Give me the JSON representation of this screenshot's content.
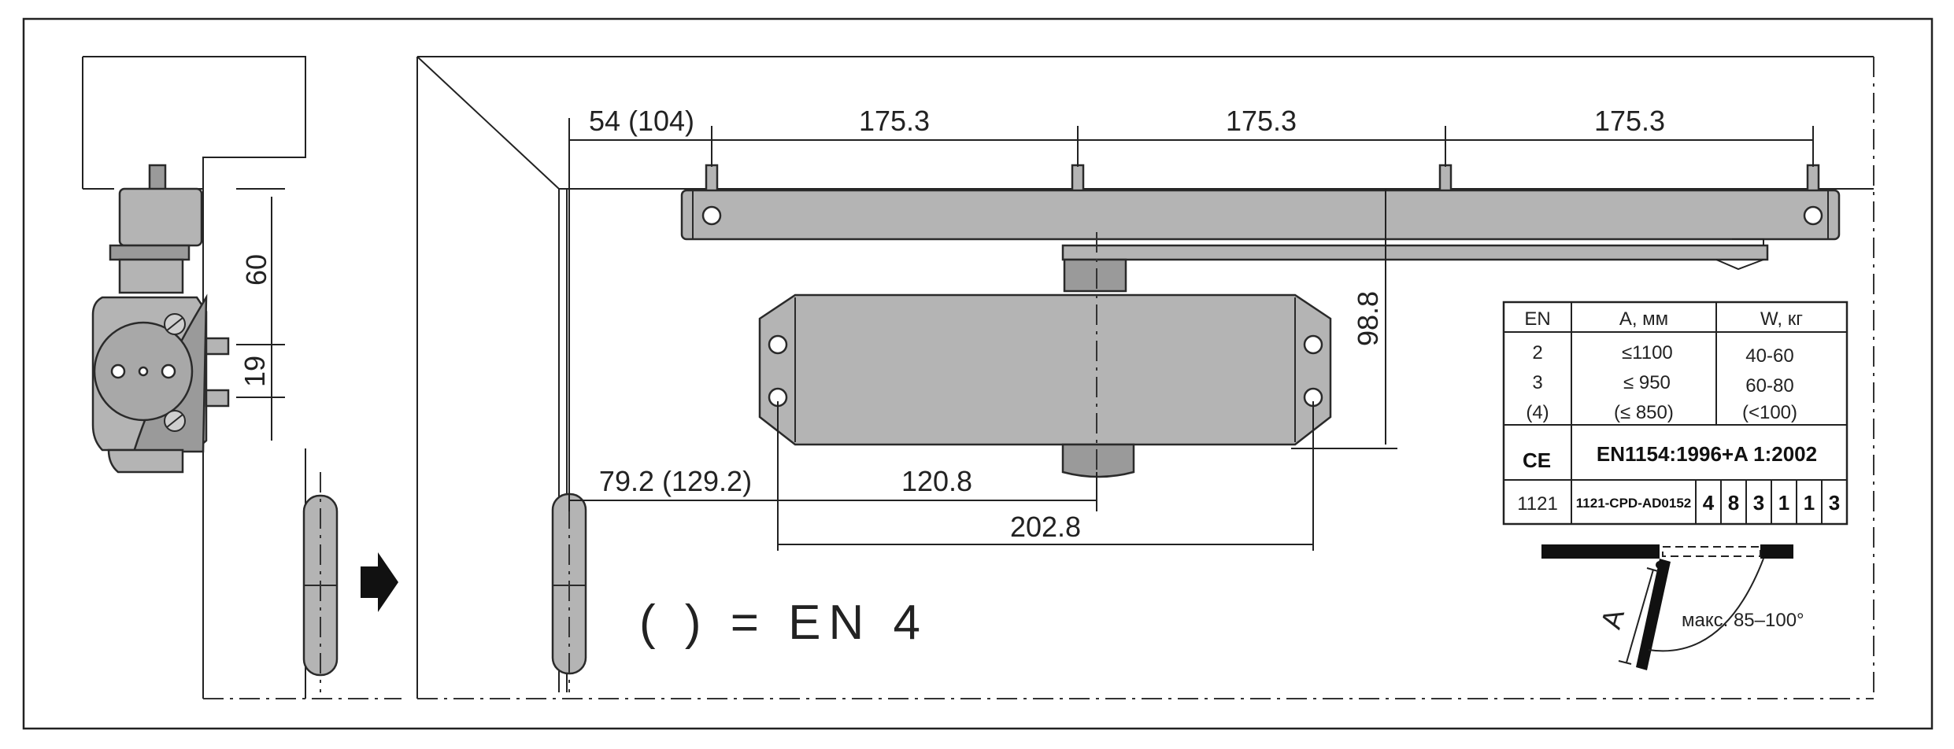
{
  "dimensions": {
    "top_first": "54 (104)",
    "top_span_1": "175.3",
    "top_span_2": "175.3",
    "top_span_3": "175.3",
    "vertical_60": "60",
    "vertical_19": "19",
    "vertical_98": "98.8",
    "hinge_offset": "79.2 (129.2)",
    "body_mount": "120.8",
    "body_total": "202.8"
  },
  "legend": "( ) = EN 4",
  "table": {
    "headers": [
      "EN",
      "A, мм",
      "W, кг"
    ],
    "rows": [
      [
        "2",
        "≤1100",
        "40-60"
      ],
      [
        "3",
        "≤ 950",
        "60-80"
      ],
      [
        "(4)",
        "(≤ 850)",
        "(<100)"
      ]
    ],
    "ce_mark": "CE",
    "standard": "EN1154:1996+A 1:2002",
    "cert_number": "1121",
    "cert_code": "1121-CPD-AD0152",
    "classification": [
      "4",
      "8",
      "3",
      "1",
      "1",
      "3"
    ]
  },
  "angle_label": "макс. 85–100°",
  "dimension_letter": "A",
  "colors": {
    "metal": "#b4b4b4",
    "line": "#222222"
  },
  "icons": [
    "arrow-right-icon",
    "ce-mark-icon"
  ]
}
